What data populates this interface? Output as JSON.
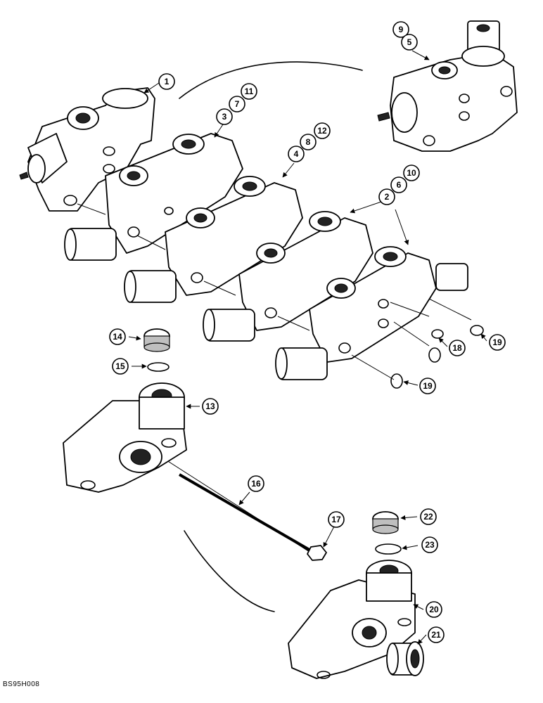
{
  "diagram": {
    "reference_code": "BS95H008",
    "callouts": [
      {
        "label": "1"
      },
      {
        "label": "9"
      },
      {
        "label": "5"
      },
      {
        "label": "11"
      },
      {
        "label": "7"
      },
      {
        "label": "3"
      },
      {
        "label": "12"
      },
      {
        "label": "8"
      },
      {
        "label": "4"
      },
      {
        "label": "10"
      },
      {
        "label": "6"
      },
      {
        "label": "2"
      },
      {
        "label": "14"
      },
      {
        "label": "15"
      },
      {
        "label": "13"
      },
      {
        "label": "18"
      },
      {
        "label": "19"
      },
      {
        "label": "19"
      },
      {
        "label": "16"
      },
      {
        "label": "17"
      },
      {
        "label": "22"
      },
      {
        "label": "23"
      },
      {
        "label": "20"
      },
      {
        "label": "21"
      }
    ]
  }
}
